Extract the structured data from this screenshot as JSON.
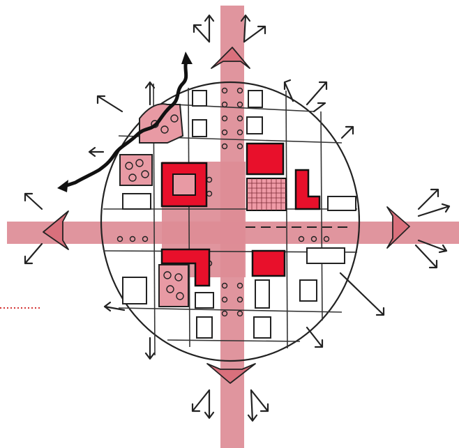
{
  "diagram": {
    "colors": {
      "axis_pink": "#dd8c96",
      "core_red": "#e8102b",
      "green_space_pink": "#e89aa4",
      "ink": "#222222",
      "dotted_leader": "#d33333"
    },
    "elements": [
      "circular-district-boundary",
      "north-south-axis-road",
      "east-west-axis-road",
      "central-plaza",
      "red-core-buildings",
      "park-blocks-with-trees",
      "street-grid",
      "outward-arrows",
      "meandering-black-path"
    ]
  }
}
